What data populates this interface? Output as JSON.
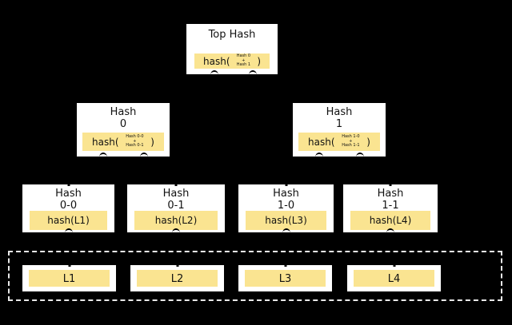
{
  "diagram": {
    "kind": "merkle-hash-tree",
    "background": "#000000",
    "colors": {
      "node_fill": "#ffffff",
      "node_border": "#000000",
      "highlight_fill": "#fae491",
      "dashed_border": "#e8e8e8",
      "text": "#111111"
    }
  },
  "nodes": {
    "top": {
      "title": "Top Hash",
      "fn_open": "hash(",
      "fn_close": ")",
      "op_top": "Hash 0",
      "op_mid": "+",
      "op_bot": "Hash 1"
    },
    "internal": [
      {
        "line1": "Hash",
        "line2": "0",
        "fn_open": "hash(",
        "fn_close": ")",
        "op_top": "Hash 0-0",
        "op_mid": "+",
        "op_bot": "Hash 0-1"
      },
      {
        "line1": "Hash",
        "line2": "1",
        "fn_open": "hash(",
        "fn_close": ")",
        "op_top": "Hash 1-0",
        "op_mid": "+",
        "op_bot": "Hash 1-1"
      }
    ],
    "leaf_hashes": [
      {
        "line1": "Hash",
        "line2": "0-0",
        "fn": "hash(L1)"
      },
      {
        "line1": "Hash",
        "line2": "0-1",
        "fn": "hash(L2)"
      },
      {
        "line1": "Hash",
        "line2": "1-0",
        "fn": "hash(L3)"
      },
      {
        "line1": "Hash",
        "line2": "1-1",
        "fn": "hash(L4)"
      }
    ],
    "data_blocks": [
      "L1",
      "L2",
      "L3",
      "L4"
    ]
  }
}
